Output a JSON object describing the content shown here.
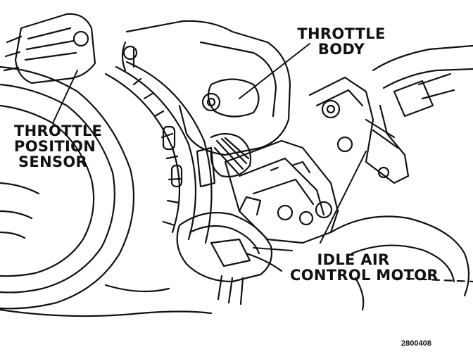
{
  "labels": {
    "throttle_body": [
      "THROTTLE",
      "BODY"
    ],
    "throttle_position_sensor": [
      "THROTTLE",
      "POSITION",
      "SENSOR"
    ],
    "idle_air_control_motor": [
      "IDLE AIR",
      "CONTROL MOTOR"
    ]
  },
  "figure_id": "2800408"
}
